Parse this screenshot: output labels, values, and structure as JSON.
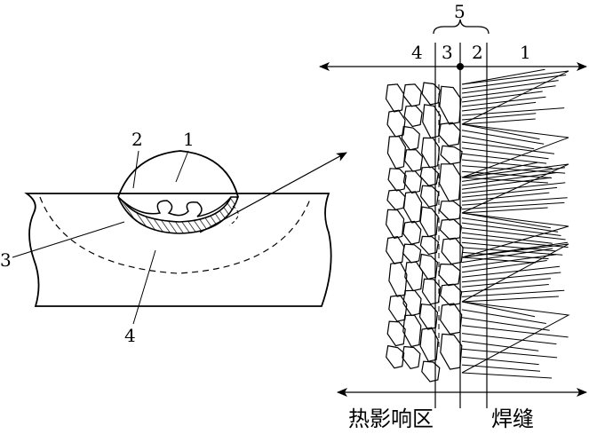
{
  "left_figure": {
    "labels": {
      "l1": "1",
      "l2": "2",
      "l3": "3",
      "l4": "4"
    }
  },
  "right_figure": {
    "zone_labels": {
      "z5": "5",
      "z4": "4",
      "z3": "3",
      "z2": "2",
      "z1": "1"
    },
    "bottom_labels": {
      "haz": "热影响区",
      "weld": "焊缝"
    }
  }
}
